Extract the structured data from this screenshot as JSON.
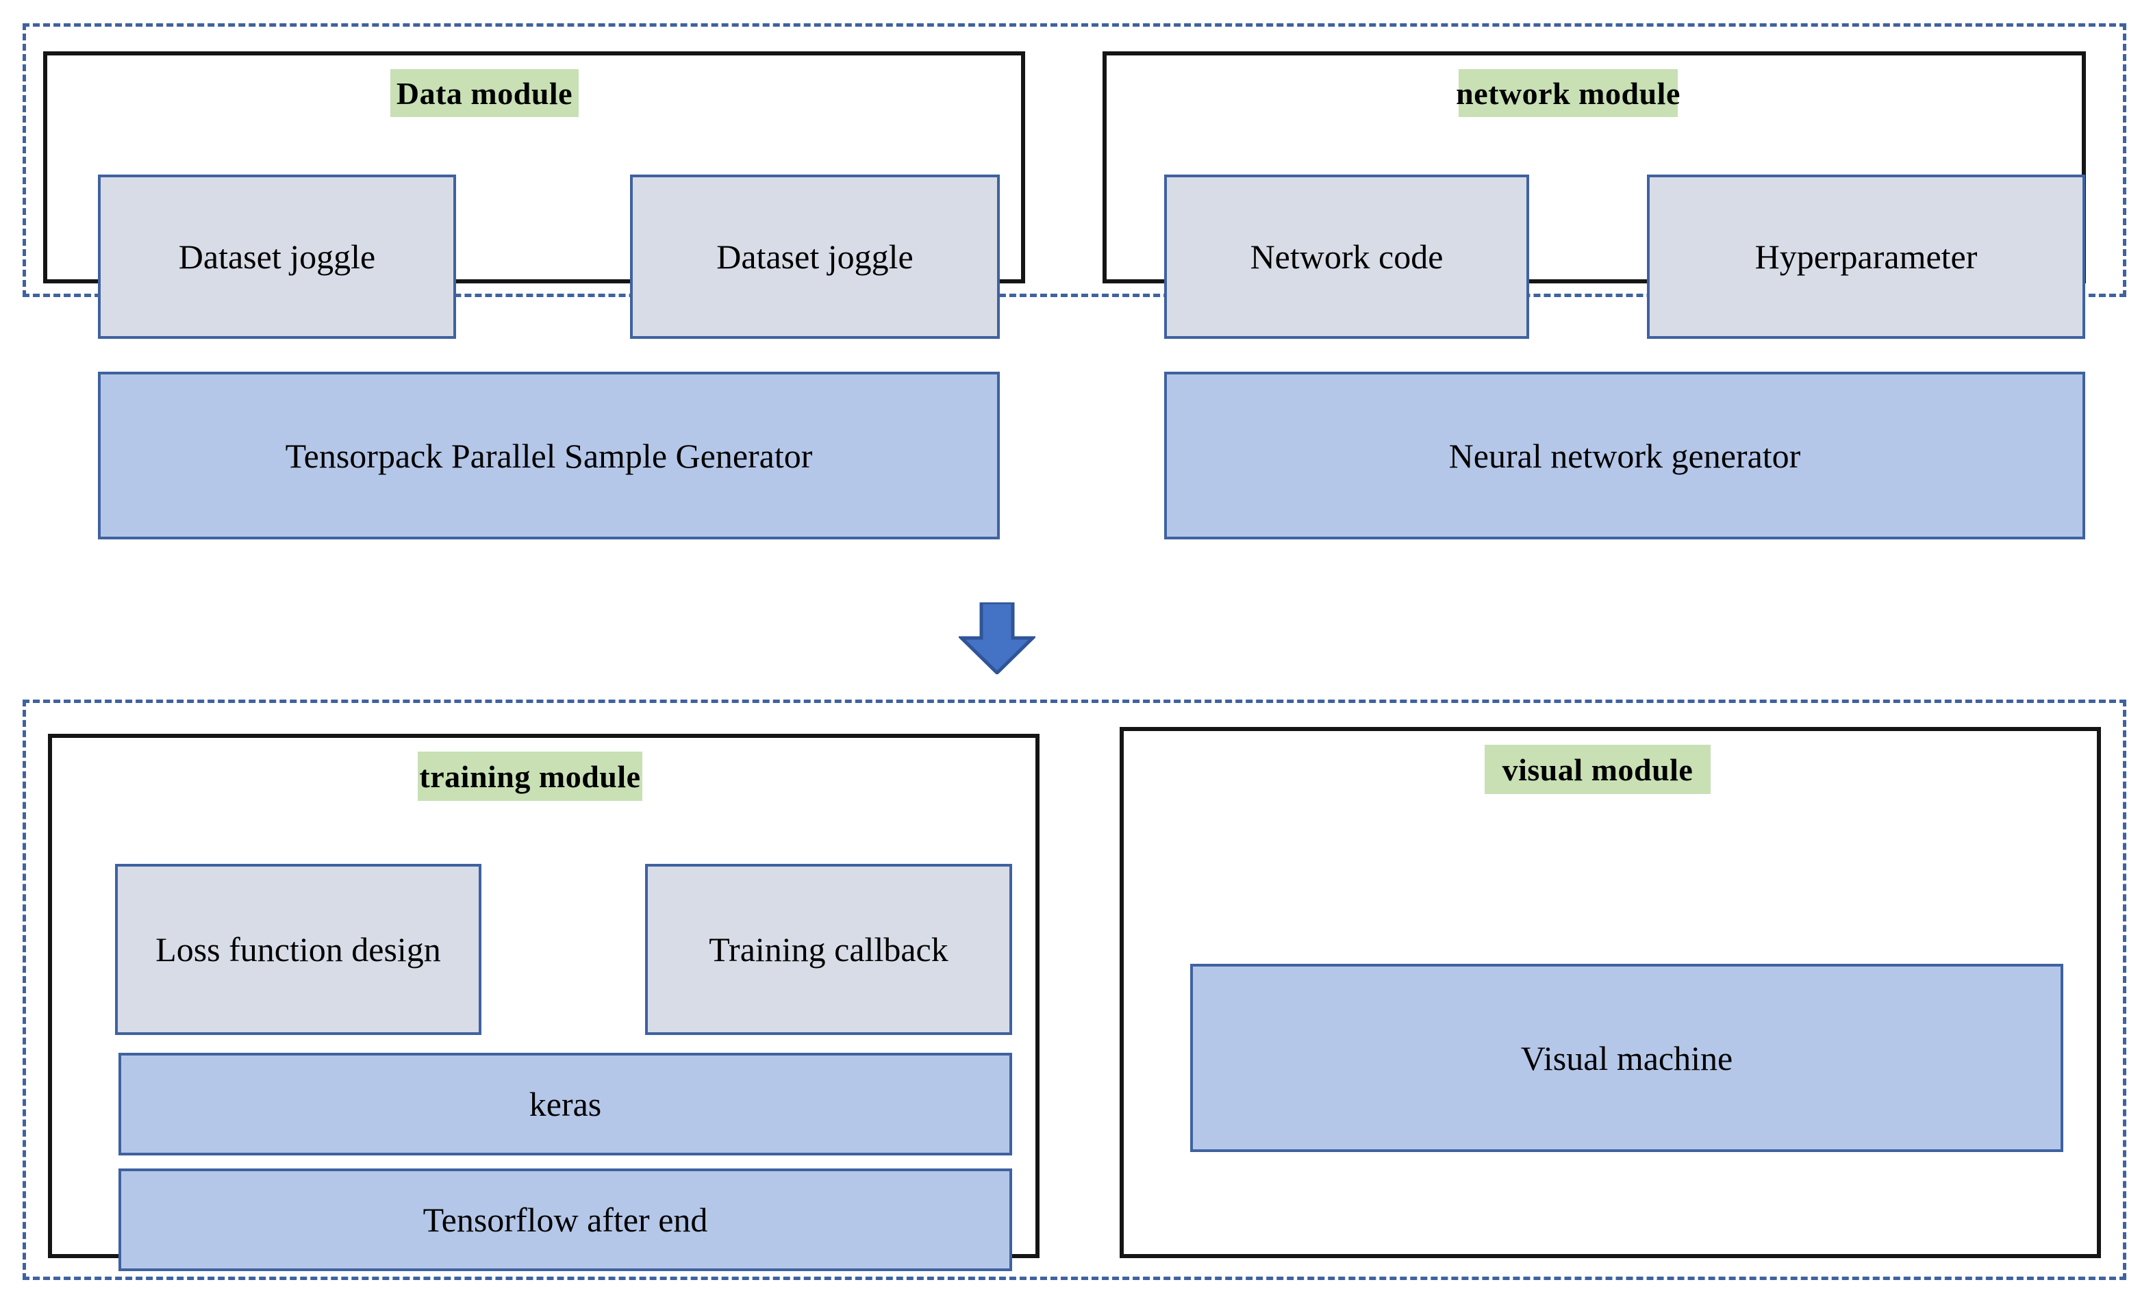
{
  "diagram": {
    "title_text_present": false,
    "colors": {
      "group_border": "#3f62a0",
      "panel_border": "#151515",
      "module_title_bg": "#c8e0b4",
      "box_border": "#3f62a0",
      "box_light_fill": "#d8dce6",
      "box_dark_fill": "#b5c7e8",
      "arrow_fill": "#4472c4",
      "arrow_stroke": "#2f5597"
    },
    "groups": [
      {
        "id": "top-group",
        "modules": [
          {
            "id": "data-module",
            "title": "Data module",
            "boxes": [
              {
                "label": "Dataset joggle",
                "style": "light"
              },
              {
                "label": "Dataset joggle",
                "style": "light"
              },
              {
                "label": "Tensorpack Parallel Sample Generator",
                "style": "dark"
              }
            ]
          },
          {
            "id": "network-module",
            "title": "network module",
            "boxes": [
              {
                "label": "Network code",
                "style": "light"
              },
              {
                "label": "Hyperparameter",
                "style": "light"
              },
              {
                "label": "Neural network generator",
                "style": "dark"
              }
            ]
          }
        ]
      },
      {
        "id": "bottom-group",
        "modules": [
          {
            "id": "training-module",
            "title": "training module",
            "boxes": [
              {
                "label": "Loss function design",
                "style": "light"
              },
              {
                "label": "Training callback",
                "style": "light"
              },
              {
                "label": "keras",
                "style": "dark"
              },
              {
                "label": "Tensorflow after end",
                "style": "dark"
              }
            ]
          },
          {
            "id": "visual-module",
            "title": "visual module",
            "boxes": [
              {
                "label": "Visual machine",
                "style": "dark"
              }
            ]
          }
        ]
      }
    ],
    "connector": {
      "type": "down-block-arrow",
      "from": "top-group",
      "to": "bottom-group",
      "label": ""
    }
  }
}
